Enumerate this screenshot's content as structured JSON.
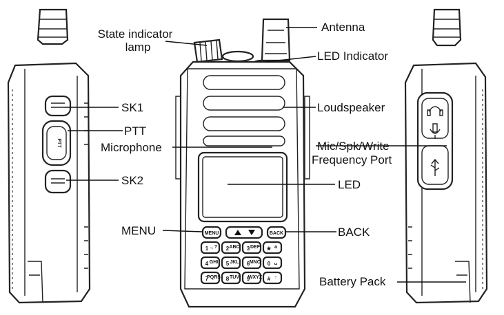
{
  "labels": {
    "state_indicator_lamp_l1": "State indicator",
    "state_indicator_lamp_l2": "lamp",
    "antenna": "Antenna",
    "led_indicator": "LED Indicator",
    "sk1": "SK1",
    "loudspeaker": "Loudspeaker",
    "ptt": "PTT",
    "microphone": "Microphone",
    "mic_port_l1": "Mic/Spk/Write",
    "mic_port_l2": "Frequency Port",
    "sk2": "SK2",
    "led": "LED",
    "menu": "MENU",
    "back": "BACK",
    "battery_pack": "Battery Pack"
  },
  "device": {
    "ptt_text": "PTT",
    "menu_key": "MENU",
    "back_key": "BACK",
    "keypad": [
      {
        "main": "1",
        "sub": "., ?"
      },
      {
        "main": "2",
        "sub": "ABC"
      },
      {
        "main": "3",
        "sub": "DEF"
      },
      {
        "main": "★",
        "sub": "a"
      },
      {
        "main": "4",
        "sub": "GHI"
      },
      {
        "main": "5",
        "sub": "JKL"
      },
      {
        "main": "6",
        "sub": "MNO"
      },
      {
        "main": "0",
        "sub": "␣"
      },
      {
        "main": "7",
        "sub": "PQRS"
      },
      {
        "main": "8",
        "sub": "TUV"
      },
      {
        "main": "9",
        "sub": "WXYZ"
      },
      {
        "main": "#",
        "sub": "↑"
      }
    ]
  }
}
